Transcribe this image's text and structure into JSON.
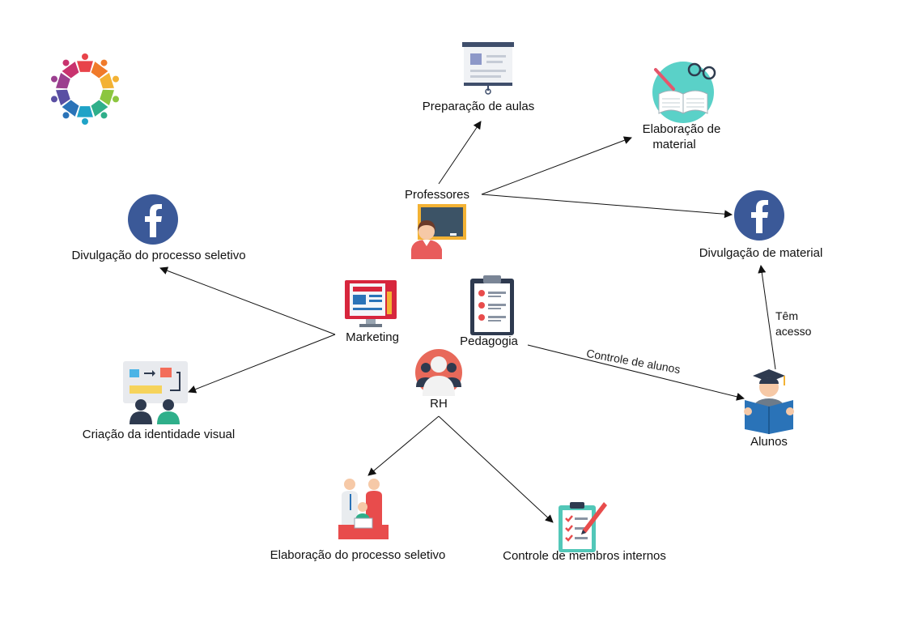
{
  "nodes": {
    "professores": "Professores",
    "preparacao": "Preparação de aulas",
    "elaboracao_material": [
      "Elaboração de",
      "material"
    ],
    "divulgacao_material": "Divulgação de material",
    "divulgacao_processo": "Divulgação do processo seletivo",
    "marketing": "Marketing",
    "pedagogia": "Pedagogia",
    "criacao": "Criação da identidade visual",
    "rh": "RH",
    "alunos": "Alunos",
    "elaboracao_processo": "Elaboração do processo seletivo",
    "controle_membros": "Controle de membros internos"
  },
  "edges": {
    "controle_alunos": "Controle de alunos",
    "tem_acesso": [
      "Têm",
      "acesso"
    ]
  },
  "colors": {
    "arrow": "#111111",
    "facebook": "#3b5998"
  },
  "icons": [
    "team-circle-logo-icon",
    "presentation-board-icon",
    "open-book-glasses-icon",
    "facebook-icon",
    "teacher-icon",
    "monitor-newspaper-icon",
    "clipboard-list-icon",
    "design-board-icon",
    "person-group-icon",
    "graduate-reading-icon",
    "meeting-people-icon",
    "checklist-pen-icon"
  ]
}
